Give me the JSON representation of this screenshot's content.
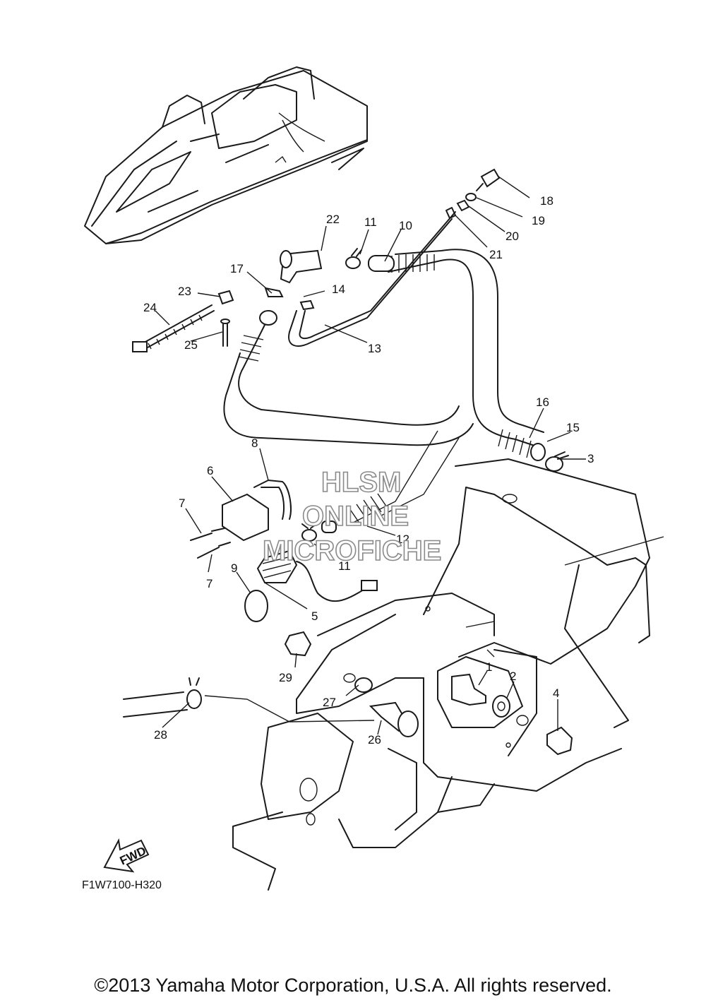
{
  "diagram": {
    "watermark": [
      "HLSM",
      "ONLINE",
      "MICROFICHE"
    ],
    "fwd_label": "FWD",
    "diagram_code": "F1W7100-H320",
    "copyright": "©2013 Yamaha Motor Corporation, U.S.A. All rights reserved."
  },
  "callouts": [
    "1",
    "2",
    "3",
    "4",
    "5",
    "6",
    "7",
    "7",
    "8",
    "9",
    "10",
    "11",
    "11",
    "12",
    "13",
    "14",
    "15",
    "16",
    "17",
    "18",
    "19",
    "20",
    "21",
    "22",
    "23",
    "24",
    "25",
    "26",
    "27",
    "28",
    "29"
  ]
}
